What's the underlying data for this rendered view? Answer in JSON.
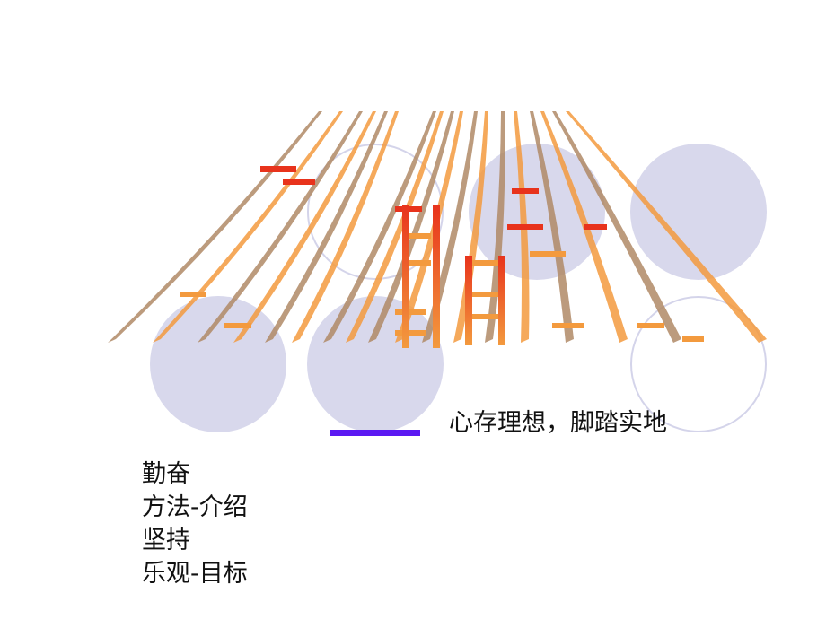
{
  "slide": {
    "slogan": "心存理想，脚踏实地",
    "points": [
      "勤奋",
      "方法-介绍",
      "坚持",
      "乐观-目标"
    ]
  },
  "colors": {
    "circle_fill": "#d8d8ec",
    "circle_outline": "#d4d4ea",
    "accent_bar": "#5b18f2",
    "wordart_top": "#e8331c",
    "wordart_bottom": "#f39a3e",
    "wordart_shadow": "#b08a66"
  }
}
